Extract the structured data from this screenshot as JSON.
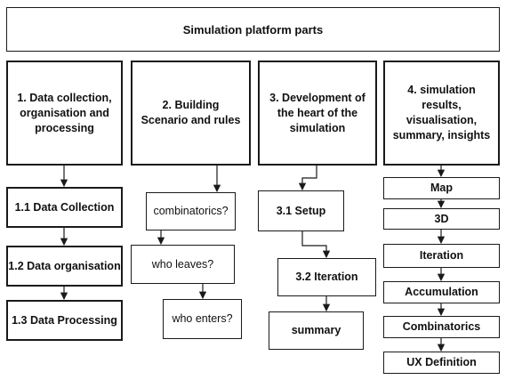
{
  "title": "Simulation platform parts",
  "columns": [
    {
      "header": "1. Data collection, organisation and processing",
      "items": [
        "1.1 Data Collection",
        "1.2 Data organisation",
        "1.3 Data Processing"
      ]
    },
    {
      "header": "2. Building Scenario and rules",
      "items": [
        "combinatorics?",
        "who leaves?",
        "who enters?"
      ]
    },
    {
      "header": "3. Development of the heart of the simulation",
      "items": [
        "3.1 Setup",
        "3.2 Iteration",
        "summary"
      ]
    },
    {
      "header": "4. simulation results, visualisation, summary, insights",
      "items": [
        "Map",
        "3D",
        "Iteration",
        "Accumulation",
        "Combinatorics",
        "UX Definition"
      ]
    }
  ],
  "colors": {
    "border": "#1a1a1a",
    "background": "#ffffff",
    "text": "#111111"
  }
}
